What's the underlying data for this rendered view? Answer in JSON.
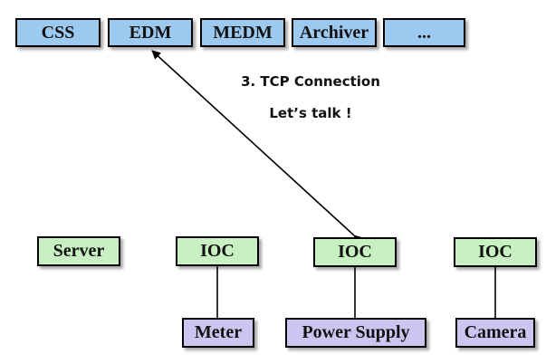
{
  "clients": [
    "CSS",
    "EDM",
    "MEDM",
    "Archiver",
    "..."
  ],
  "annotation": {
    "step": "3. TCP Connection",
    "message": "Let’s talk !"
  },
  "hosts": {
    "server": "Server",
    "ioc1": "IOC",
    "ioc2": "IOC",
    "ioc3": "IOC"
  },
  "devices": {
    "meter": "Meter",
    "power_supply": "Power Supply",
    "camera": "Camera"
  },
  "colors": {
    "client_box": "#9cc9f0",
    "ioc_box": "#c9f0c3",
    "device_box": "#cbc6f0"
  }
}
